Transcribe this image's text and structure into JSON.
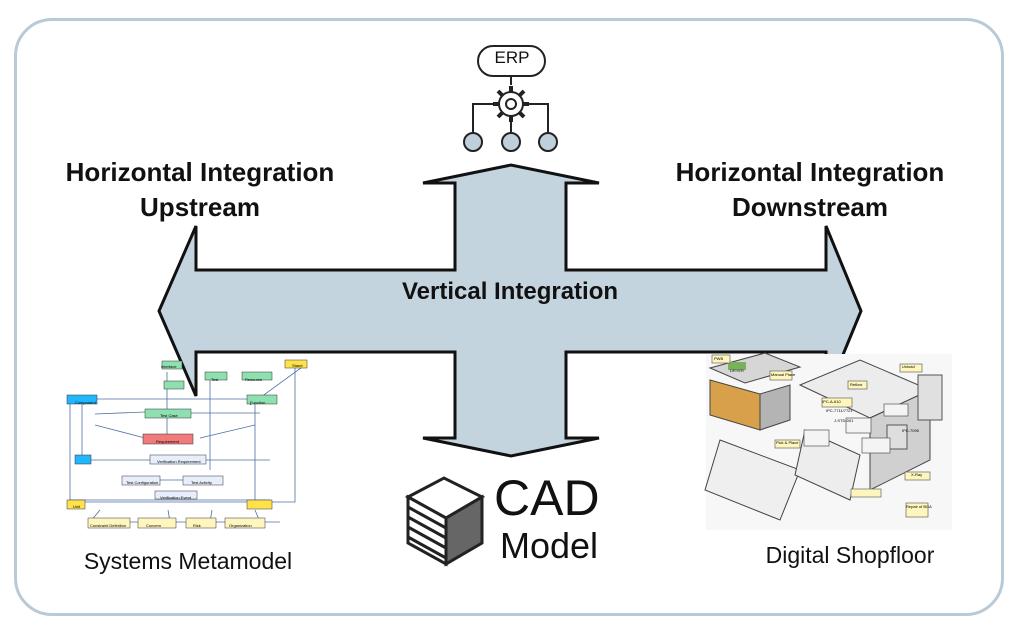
{
  "labels": {
    "upstream": "Horizontal Integration Upstream",
    "downstream": "Horizontal Integration Downstream",
    "vertical": "Vertical Integration",
    "erp": "ERP",
    "cad_title": "CAD",
    "cad_subtitle": "Model",
    "systems_caption": "Systems Metamodel",
    "shopfloor_caption": "Digital Shopfloor"
  },
  "metamodel_nodes": [
    "Component",
    "Interface",
    "Function",
    "Test",
    "Resource",
    "Stand",
    "Test Case",
    "Requirement",
    "Verification Requirement",
    "Test Configuration",
    "Test Activity",
    "Verification Event",
    "Constraint Definition",
    "Concern",
    "Risk",
    "Organization",
    "Unit"
  ],
  "shopfloor_labels": [
    "PWB",
    "Manual Place",
    "DRYER",
    "Pick & Place",
    "Reflow",
    "Unload",
    "IPC-A-610",
    "IPC-7711/7721",
    "J-STD-001",
    "IPC-7095",
    "Repair of BGA",
    "X-Ray"
  ],
  "colors": {
    "arrow_fill": "#c4d4de",
    "arrow_stroke": "#111111",
    "frame": "#b9cad6"
  }
}
